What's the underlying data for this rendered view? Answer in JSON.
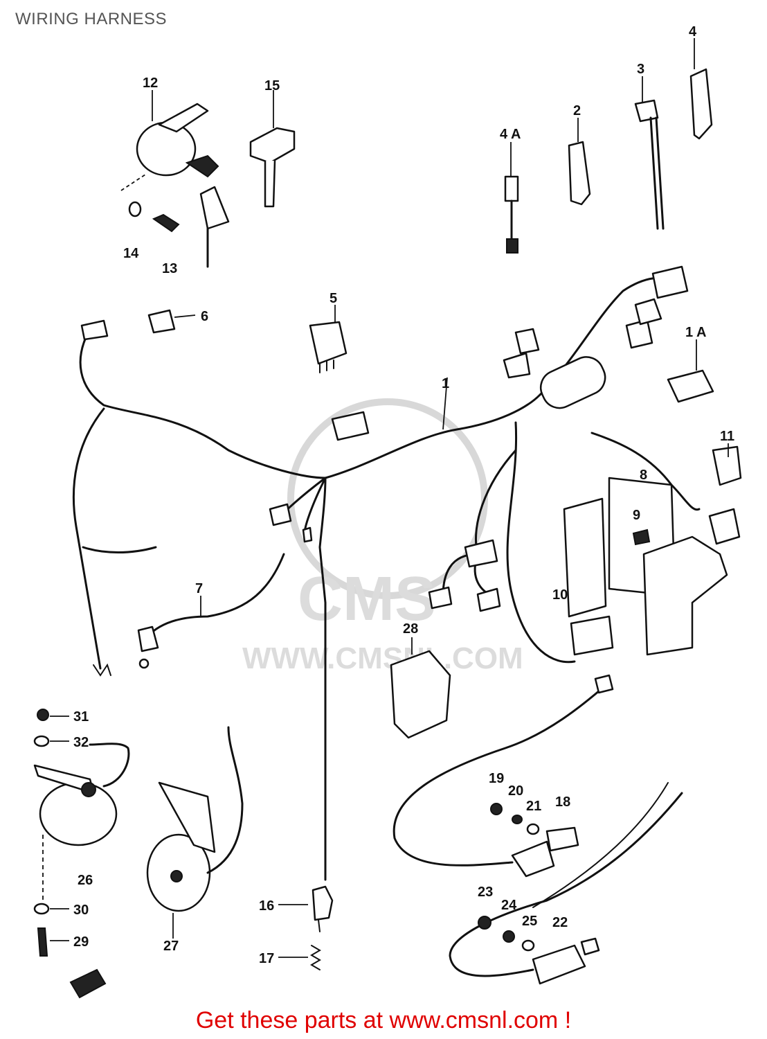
{
  "title": "WIRING HARNESS",
  "watermark": {
    "logo": "CMS",
    "site": "WWW.CMSNL.COM"
  },
  "labels": {
    "p1": "1",
    "p1a": "1 A",
    "p2": "2",
    "p3": "3",
    "p4": "4",
    "p4a": "4 A",
    "p5": "5",
    "p6": "6",
    "p7": "7",
    "p8": "8",
    "p9": "9",
    "p10": "10",
    "p11": "11",
    "p12": "12",
    "p13": "13",
    "p14": "14",
    "p15": "15",
    "p16": "16",
    "p17": "17",
    "p18": "18",
    "p19": "19",
    "p20": "20",
    "p21": "21",
    "p22": "22",
    "p23": "23",
    "p24": "24",
    "p25": "25",
    "p26": "26",
    "p27": "27",
    "p28": "28",
    "p29": "29",
    "p30": "30",
    "p31": "31",
    "p32": "32"
  },
  "footer": {
    "text": "Get these parts at www.cmsnl.com !",
    "color": "#e00000"
  }
}
